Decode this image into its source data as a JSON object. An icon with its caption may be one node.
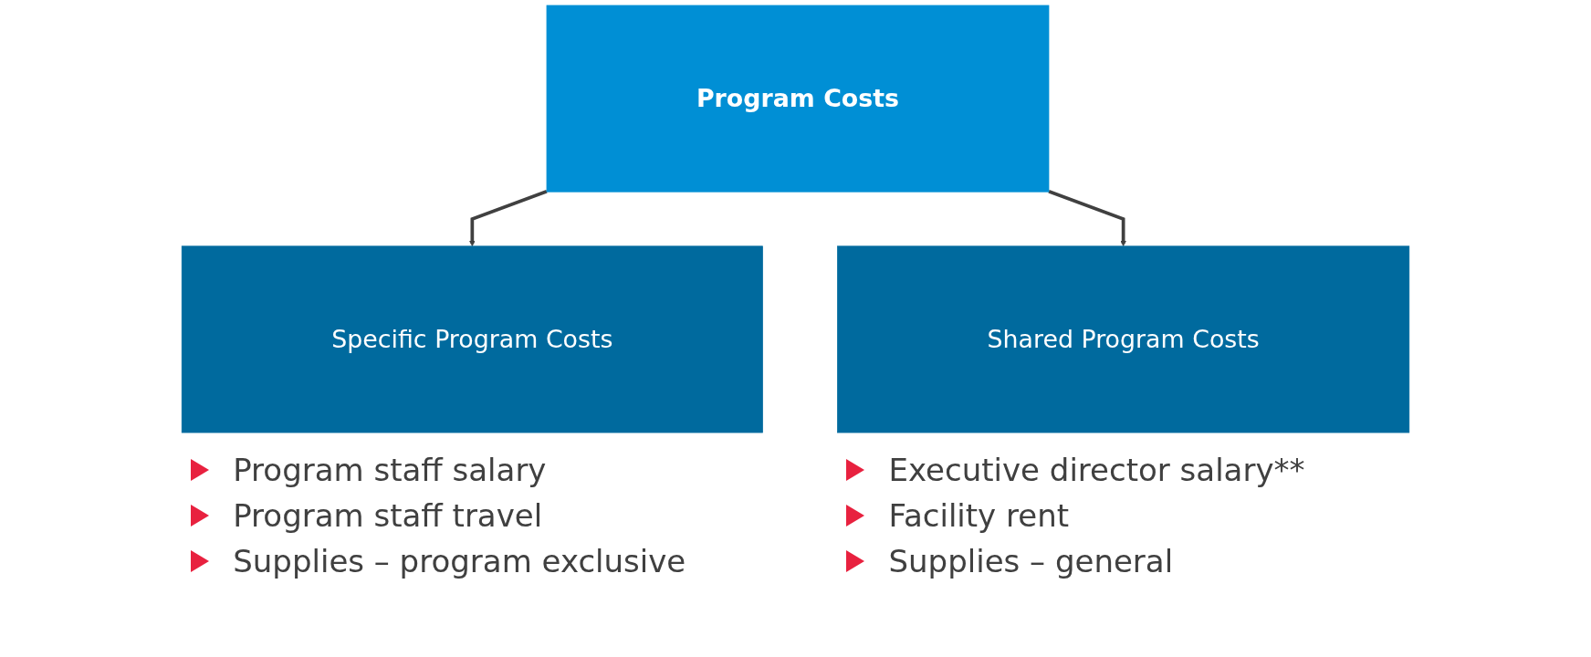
{
  "diagram": {
    "nodes": [
      {
        "text": [
          "Program Costs"
        ]
      },
      {
        "text": [
          "Specific Program Costs"
        ],
        "beside": [
          "Program staff salary",
          "Program staff travel",
          "Supplies – program exclusive"
        ]
      },
      {
        "text": [
          "Shared Program Costs"
        ],
        "beside": [
          "Executive director salary**",
          "Facility rent",
          "Supplies – general"
        ]
      }
    ],
    "edges": [
      {
        "from": 0,
        "to": 1,
        "arrow": "to"
      },
      {
        "from": 0,
        "to": 2,
        "arrow": "to"
      }
    ]
  }
}
